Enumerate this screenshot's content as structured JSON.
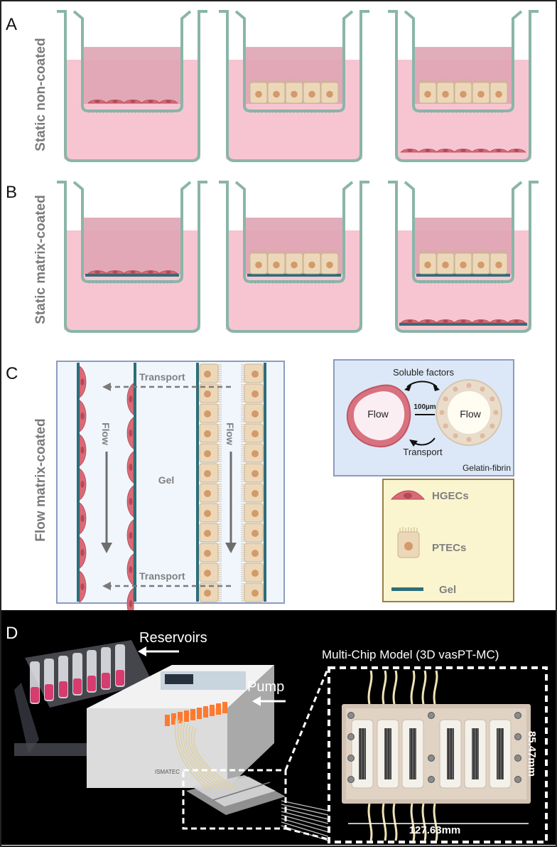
{
  "panels": {
    "a": {
      "letter": "A",
      "row_label": "Static non-coated"
    },
    "b": {
      "letter": "B",
      "row_label": "Static matrix-coated"
    },
    "c": {
      "letter": "C",
      "row_label": "Flow matrix-coated",
      "channel": {
        "transport_top": "Transport",
        "transport_bottom": "Transport",
        "flow_left": "Flow",
        "flow_right": "Flow",
        "gel": "Gel"
      },
      "cross_section": {
        "soluble_factors": "Soluble factors",
        "distance": "100µm",
        "flow_left": "Flow",
        "flow_right": "Flow",
        "transport": "Transport",
        "material": "Gelatin-fibrin"
      },
      "legend": {
        "hgecs": "HGECs",
        "ptecs": "PTECs",
        "gel": "Gel"
      }
    },
    "d": {
      "letter": "D",
      "reservoirs_label": "Reservoirs",
      "pump_label": "Pump",
      "model_title": "Multi-Chip Model (3D vasPT-MC)",
      "height_dim": "85.47mm",
      "width_dim": "127.63mm",
      "pump_brand": "ISMATEC"
    }
  },
  "colors": {
    "medium_pink": "#f7c5d2",
    "insert_pink": "#dfa4b4",
    "well_stroke": "#8ab5a8",
    "well_fill": "#e4f1ec",
    "hgec": "#d96a76",
    "ptec": "#ecd8b8",
    "nucleus": "#d49a6a",
    "gel_line": "#2e6e78",
    "legend_bg": "#fbf5cf",
    "legend_border": "#9c7d45",
    "crosssec_bg": "#dce8f7",
    "channel_bg": "#f1f6fd",
    "channel_border": "#8d9cc0",
    "photo_bg": "#000000"
  }
}
